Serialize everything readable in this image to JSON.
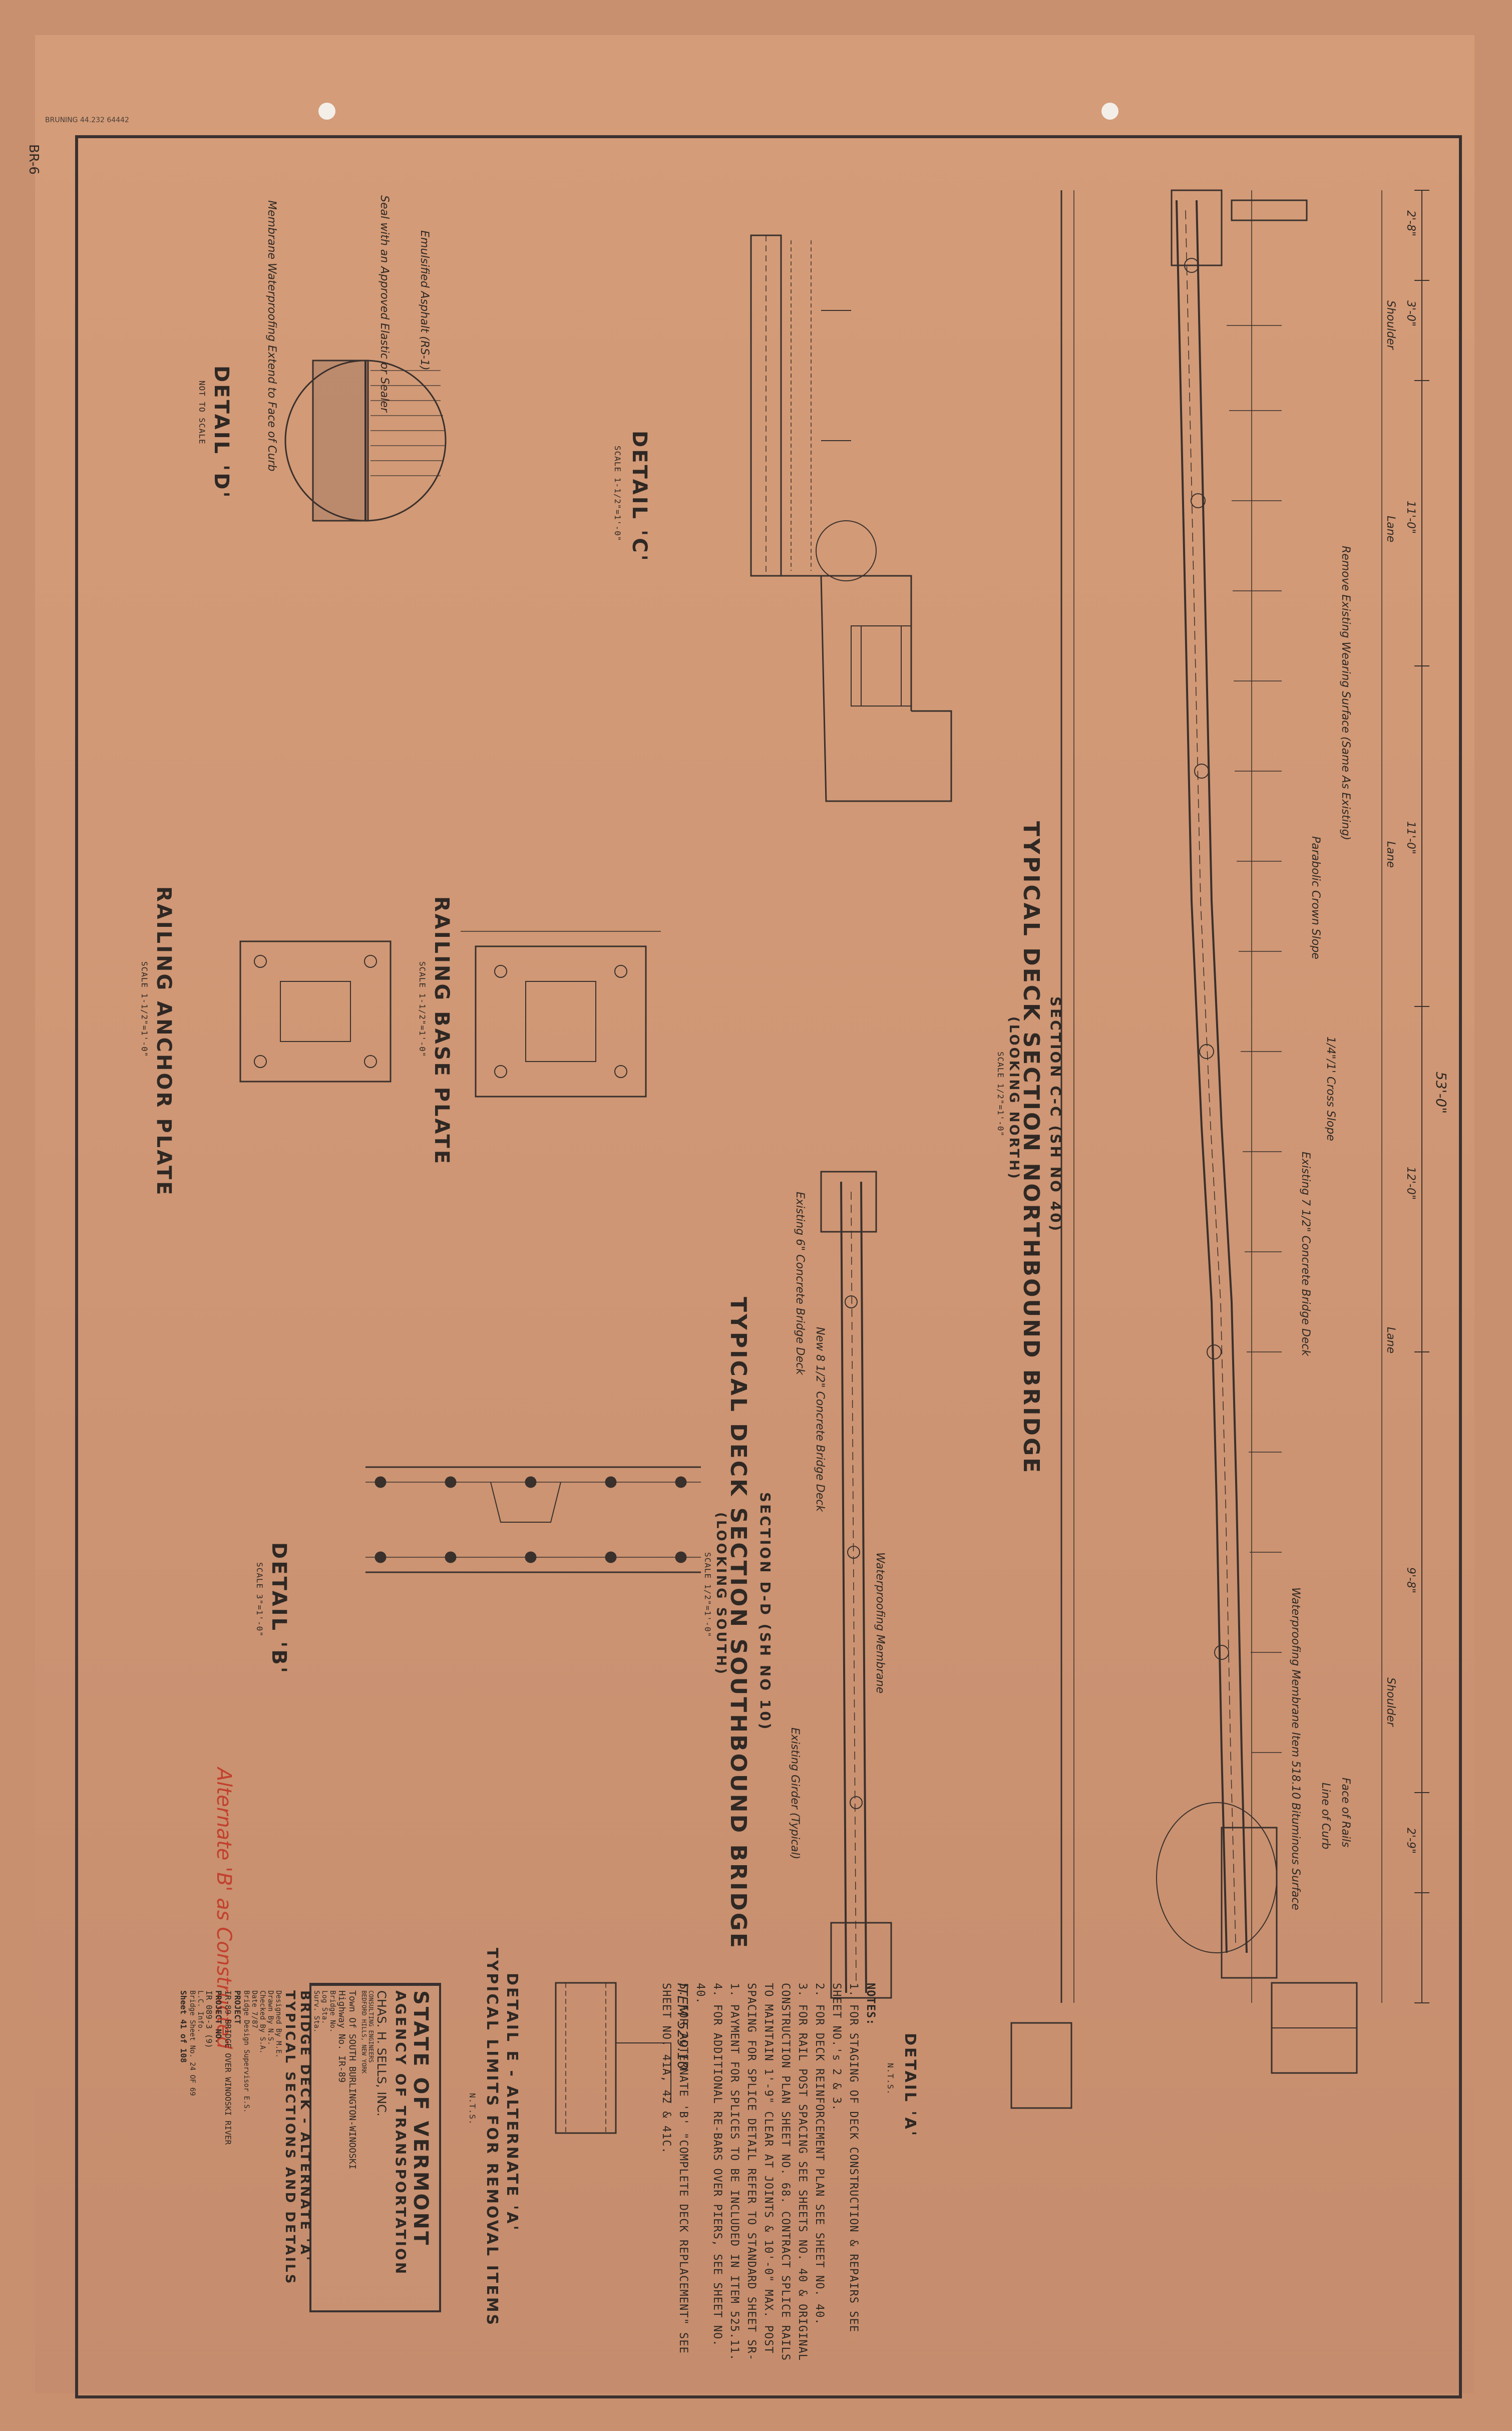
{
  "stamp": "BRUNING 44.232 64442",
  "sheet_mark": "BR-6",
  "section_cc": {
    "header": "SECTION C-C (SH NO 40)",
    "title": "TYPICAL DECK SECTION NORTHBOUND BRIDGE",
    "subtitle": "(LOOKING NORTH)",
    "scale": "SCALE 1/2\"=1'-0\"",
    "overall_width": "53'-0\"",
    "dims": [
      "2'-8\"",
      "3'-0\"",
      "11'-0\"",
      "11'-0\"",
      "12'-0\"",
      "9'-8\"",
      "2'-9\""
    ],
    "labels": [
      "Shoulder",
      "Lane",
      "Lane",
      "Lane",
      "Shoulder"
    ],
    "callouts": [
      "Remove Existing Wearing Surface (Same As Existing)",
      "Parabolic Crown Slope",
      "1/4\"/1' Cross Slope",
      "Existing 7 1/2\" Concrete Bridge Deck",
      "Waterproofing Membrane Item 518.10",
      "Face of Rails",
      "Line of Curb",
      "Bituminous Surface"
    ]
  },
  "section_dd": {
    "header": "SECTION D-D (SH NO 10)",
    "title": "TYPICAL DECK SECTION SOUTHBOUND BRIDGE",
    "subtitle": "(LOOKING SOUTH)",
    "scale": "SCALE 1/2\"=1'-0\"",
    "callouts": [
      "New 8 1/2\" Concrete Bridge Deck",
      "Waterproofing Membrane",
      "Existing 6\" Concrete Bridge Deck",
      "Existing Girder (Typical)"
    ]
  },
  "detail_a": {
    "title": "DETAIL 'A'",
    "scale": "N.T.S."
  },
  "detail_b": {
    "title": "DETAIL 'B'",
    "scale": "SCALE 3\"=1'-0\""
  },
  "detail_c": {
    "title": "DETAIL 'C'",
    "scale": "SCALE 1-1/2\"=1'-0\""
  },
  "detail_d": {
    "title": "DETAIL 'D'",
    "scale": "NOT TO SCALE",
    "callouts": [
      "Emulsified Asphalt (RS-1)",
      "Seal with an Approved Elastic or Sealer",
      "Membrane Waterproofing Extend to Face of Curb"
    ]
  },
  "railing_base_plate": {
    "title": "RAILING BASE PLATE",
    "scale": "SCALE 1-1/2\"=1'-0\""
  },
  "railing_anchor_plate": {
    "title": "RAILING ANCHOR PLATE",
    "scale": "SCALE 1-1/2\"=1'-0\""
  },
  "detail_e": {
    "title": "DETAIL E - ALTERNATE 'A'",
    "subtitle": "TYPICAL LIMITS FOR REMOVAL ITEMS",
    "scale": "N.T.S.",
    "item": "ITEM 529.10"
  },
  "notes": {
    "heading": "NOTES:",
    "items": [
      "1.  FOR STAGING OF DECK CONSTRUCTION & REPAIRS SEE SHEET NO.'s 2 & 3.",
      "2.  FOR DECK REINFORCEMENT PLAN SEE SHEET NO. 40.",
      "3.  FOR RAIL POST SPACING SEE SHEETS NO. 40 & ORIGINAL CONSTRUCTION PLAN SHEET NO. 68. CONTRACT SPLICE RAILS TO MAINTAIN 1'-9\" CLEAR AT JOINTS & 10'-0\" MAX. POST SPACING FOR SPLICE DETAIL REFER TO STANDARD SHEET SR-1. PAYMENT FOR SPLICES TO BE INCLUDED IN ITEM 525.11.",
      "4.  FOR ADDITIONAL RE-BARS OVER PIERS, SEE SHEET NO. 40.",
      "5.  FOR ALTERNATE 'B' \"COMPLETE DECK REPLACEMENT\" SEE SHEET NO. 41A, 42 & 41C."
    ]
  },
  "handwritten": "Alternate 'B' as Constructed",
  "title_block": {
    "agency_line1": "STATE OF VERMONT",
    "agency_line2": "AGENCY OF TRANSPORTATION",
    "consultant": "CHAS. H. SELLS, INC.",
    "consultant_sub": "CONSULTING ENGINEERS",
    "consultant_city": "BEDFORD HILLS, NEW YORK",
    "town": "Town Of  SOUTH BURLINGTON-WINOOSKI",
    "highway": "Highway No.  IR-89",
    "bridge_no_label": "Bridge No.",
    "log_sta": "Log Sta.",
    "surv_sta": "Surv. Sta.",
    "title1": "BRIDGE DECK - ALTERNATE 'A'",
    "title2": "TYPICAL SECTIONS AND DETAILS",
    "designed": "Designed By  M.E.",
    "drawn": "Drawn By  N.S.",
    "checked": "Checked By  S.A.",
    "date": "Date 7/87",
    "supervisor": "Bridge Design Supervisor  E.S.",
    "project_label": "PROJECT",
    "project_name": "IR-89 BRIDGE OVER WINOOSKI RIVER",
    "project_no_label": "PROJECT NO.",
    "project_no": "IR 089-3 (9)",
    "lc_info": "L.C. Info.",
    "bridge_sheet": "Bridge Sheet No. 24 OF 69",
    "sheet": "Sheet 41 of 108"
  }
}
